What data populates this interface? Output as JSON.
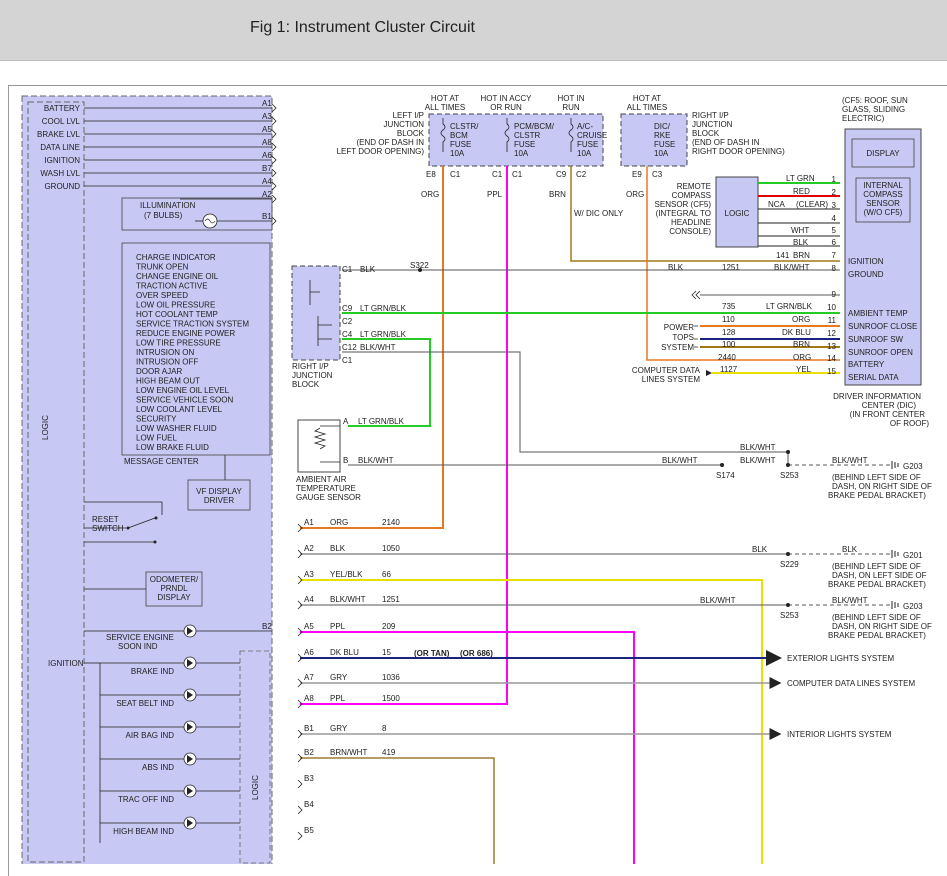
{
  "header": {
    "title": "Fig 1: Instrument Cluster Circuit"
  },
  "left_panel": {
    "inputs": [
      "BATTERY",
      "COOL LVL",
      "BRAKE LVL",
      "DATA LINE",
      "IGNITION",
      "WASH LVL",
      "GROUND"
    ],
    "pins": [
      "A1",
      "A3",
      "A5",
      "A8",
      "A6",
      "B7",
      "A4",
      "A2"
    ],
    "logic_label": "LOGIC",
    "illumination": {
      "label1": "ILLUMINATION",
      "label2": "(7 BULBS)",
      "pin": "B1"
    },
    "messages": [
      "CHARGE INDICATOR",
      "TRUNK OPEN",
      "CHANGE ENGINE OIL",
      "TRACTION ACTIVE",
      "OVER SPEED",
      "LOW OIL PRESSURE",
      "HOT COOLANT TEMP",
      "SERVICE TRACTION SYSTEM",
      "REDUCE ENGINE POWER",
      "LOW TIRE PRESSURE",
      "INTRUSION ON",
      "INTRUSION OFF",
      "DOOR AJAR",
      "HIGH BEAM OUT",
      "LOW ENGINE OIL LEVEL",
      "SERVICE VEHICLE SOON",
      "LOW COOLANT LEVEL",
      "SECURITY",
      "LOW WASHER FLUID",
      "LOW FUEL",
      "LOW BRAKE FLUID"
    ],
    "message_center": "MESSAGE CENTER",
    "vf_display": [
      "VF DISPLAY",
      "DRIVER"
    ],
    "reset_switch": [
      "RESET",
      "SWITCH"
    ],
    "odometer": [
      "ODOMETER/",
      "PRNDL",
      "DISPLAY"
    ],
    "service_engine": [
      "SERVICE ENGINE",
      "SOON IND"
    ],
    "service_engine_pin": "B2",
    "ignition": "IGNITION",
    "indicators": [
      "BRAKE IND",
      "SEAT BELT IND",
      "AIR BAG IND",
      "ABS IND",
      "TRAC OFF IND",
      "HIGH BEAM IND"
    ],
    "logic2": "LOGIC"
  },
  "fuses": {
    "hot_at_all_times_1": [
      "HOT AT",
      "ALL TIMES"
    ],
    "hot_in_accy": [
      "HOT IN ACCY",
      "OR RUN"
    ],
    "hot_in_run": [
      "HOT IN",
      "RUN"
    ],
    "hot_at_all_times_2": [
      "HOT AT",
      "ALL TIMES"
    ],
    "left_block": [
      "LEFT I/P",
      "JUNCTION",
      "BLOCK",
      "(END OF DASH IN",
      "LEFT DOOR OPENING)"
    ],
    "right_block": [
      "RIGHT I/P",
      "JUNCTION",
      "BLOCK",
      "(END OF DASH IN",
      "RIGHT DOOR OPENING)"
    ],
    "fuse1": [
      "CLSTR/",
      "BCM",
      "FUSE",
      "10A"
    ],
    "fuse2": [
      "PCM/BCM/",
      "CLSTR",
      "FUSE",
      "10A"
    ],
    "fuse3": [
      "A/C-",
      "CRUISE",
      "FUSE",
      "10A"
    ],
    "fuse4": [
      "DIC/",
      "RKE",
      "FUSE",
      "10A"
    ],
    "pins": [
      "E8",
      "C1",
      "C1",
      "C1",
      "C9",
      "C2",
      "E9",
      "C3"
    ],
    "wire_colors": [
      "ORG",
      "PPL",
      "BRN",
      "ORG"
    ]
  },
  "dic": {
    "header": [
      "(CF5: ROOF, SUN",
      "GLASS, SLIDING",
      "ELECTRIC)"
    ],
    "display": "DISPLAY",
    "compass": [
      "INTERNAL",
      "COMPASS",
      "SENSOR",
      "(W/O CF5)"
    ],
    "labels": [
      "IGNITION",
      "GROUND",
      "AMBIENT TEMP",
      "SUNROOF CLOSE",
      "SUNROOF SW",
      "SUNROOF OPEN",
      "BATTERY",
      "SERIAL DATA"
    ],
    "caption": [
      "DRIVER INFORMATION",
      "CENTER (DIC)",
      "(IN FRONT CENTER",
      "OF ROOF)"
    ],
    "pins": [
      "1",
      "2",
      "3",
      "4",
      "5",
      "6",
      "7",
      "8",
      "9",
      "10",
      "11",
      "12",
      "13",
      "14",
      "15"
    ],
    "remote_compass": [
      "REMOTE",
      "COMPASS",
      "SENSOR (CF5)",
      "(INTEGRAL TO",
      "HEADLINE",
      "CONSOLE)"
    ],
    "w_dic_only": "W/ DIC ONLY",
    "logic": "LOGIC",
    "compass_wires": [
      "LT GRN",
      "RED",
      "NCA",
      "(CLEAR)",
      "WHT",
      "BLK",
      "141",
      "BRN"
    ],
    "power_tops": [
      "POWER",
      "TOPS",
      "SYSTEM"
    ],
    "cdl_system": [
      "COMPUTER DATA",
      "LINES SYSTEM"
    ]
  },
  "circuit_rows": [
    {
      "n": "1251",
      "color": "BLK",
      "right": "BLK/WHT",
      "pin": "8"
    },
    {
      "n": "735",
      "color": "",
      "right": "LT GRN/BLK",
      "pin": "10"
    },
    {
      "n": "110",
      "color": "",
      "right": "ORG",
      "pin": "11"
    },
    {
      "n": "128",
      "color": "",
      "right": "DK BLU",
      "pin": "12"
    },
    {
      "n": "100",
      "color": "",
      "right": "BRN",
      "pin": "13"
    },
    {
      "n": "2440",
      "color": "",
      "right": "ORG",
      "pin": "14"
    },
    {
      "n": "1127",
      "color": "",
      "right": "YEL",
      "pin": "15"
    }
  ],
  "right_ip_block": {
    "pins": [
      "C1",
      "C9",
      "C2",
      "C4",
      "C12",
      "C1"
    ],
    "wires": [
      "BLK",
      "LT GRN/BLK",
      "LT GRN/BLK",
      "BLK/WHT"
    ],
    "splice": "S322",
    "caption": [
      "RIGHT I/P",
      "JUNCTION",
      "BLOCK"
    ]
  },
  "ambient": {
    "pins": [
      "A",
      "B"
    ],
    "wires": [
      "LT GRN/BLK",
      "BLK/WHT"
    ],
    "caption": [
      "AMBIENT AIR",
      "TEMPERATURE",
      "GAUGE SENSOR"
    ]
  },
  "grounds": {
    "g203a": {
      "wires": [
        "BLK/WHT",
        "BLK/WHT",
        "BLK/WHT",
        "BLK/WHT"
      ],
      "splices": [
        "S174",
        "S253"
      ],
      "id": "G203",
      "caption": [
        "(BEHIND LEFT SIDE OF",
        "DASH, ON RIGHT SIDE OF",
        "BRAKE PEDAL BRACKET)"
      ]
    },
    "g201": {
      "wires": [
        "BLK",
        "BLK"
      ],
      "splice": "S229",
      "id": "G201",
      "caption": [
        "(BEHIND LEFT SIDE OF",
        "DASH, ON LEFT SIDE OF",
        "BRAKE PEDAL BRACKET)"
      ]
    },
    "g203b": {
      "wires": [
        "BLK/WHT",
        "BLK/WHT"
      ],
      "splice": "S253",
      "id": "G203",
      "caption": [
        "(BEHIND LEFT SIDE OF",
        "DASH, ON RIGHT SIDE OF",
        "BRAKE PEDAL BRACKET)"
      ]
    }
  },
  "bottom_rows": [
    {
      "pin": "A1",
      "color": "ORG",
      "num": "2140"
    },
    {
      "pin": "A2",
      "color": "BLK",
      "num": "1050"
    },
    {
      "pin": "A3",
      "color": "YEL/BLK",
      "num": "66"
    },
    {
      "pin": "A4",
      "color": "BLK/WHT",
      "num": "1251"
    },
    {
      "pin": "A5",
      "color": "PPL",
      "num": "209"
    },
    {
      "pin": "A6",
      "color": "DK BLU",
      "num": "15"
    },
    {
      "pin": "A7",
      "color": "GRY",
      "num": "1036"
    },
    {
      "pin": "A8",
      "color": "PPL",
      "num": "1500"
    },
    {
      "pin": "B1",
      "color": "GRY",
      "num": "8"
    },
    {
      "pin": "B2",
      "color": "BRN/WHT",
      "num": "419"
    },
    {
      "pin": "B3",
      "color": "",
      "num": ""
    },
    {
      "pin": "B4",
      "color": "",
      "num": ""
    },
    {
      "pin": "B5",
      "color": "",
      "num": ""
    }
  ],
  "or_tan": "(OR TAN)",
  "or_686": "(OR 686)",
  "destinations": {
    "exterior": "EXTERIOR LIGHTS SYSTEM",
    "cdl": "COMPUTER DATA LINES SYSTEM",
    "interior": "INTERIOR LIGHTS SYSTEM"
  },
  "wire_colors_hex": {
    "org": "#e87722",
    "ppl": "#ff00ff",
    "brn": "#a07a10",
    "ltgrn": "#22cc22",
    "red": "#e00000",
    "blk": "#000000",
    "yel": "#e8e000",
    "dkblu": "#1a237e",
    "gry": "#999999",
    "brnwht": "#a07a30"
  }
}
